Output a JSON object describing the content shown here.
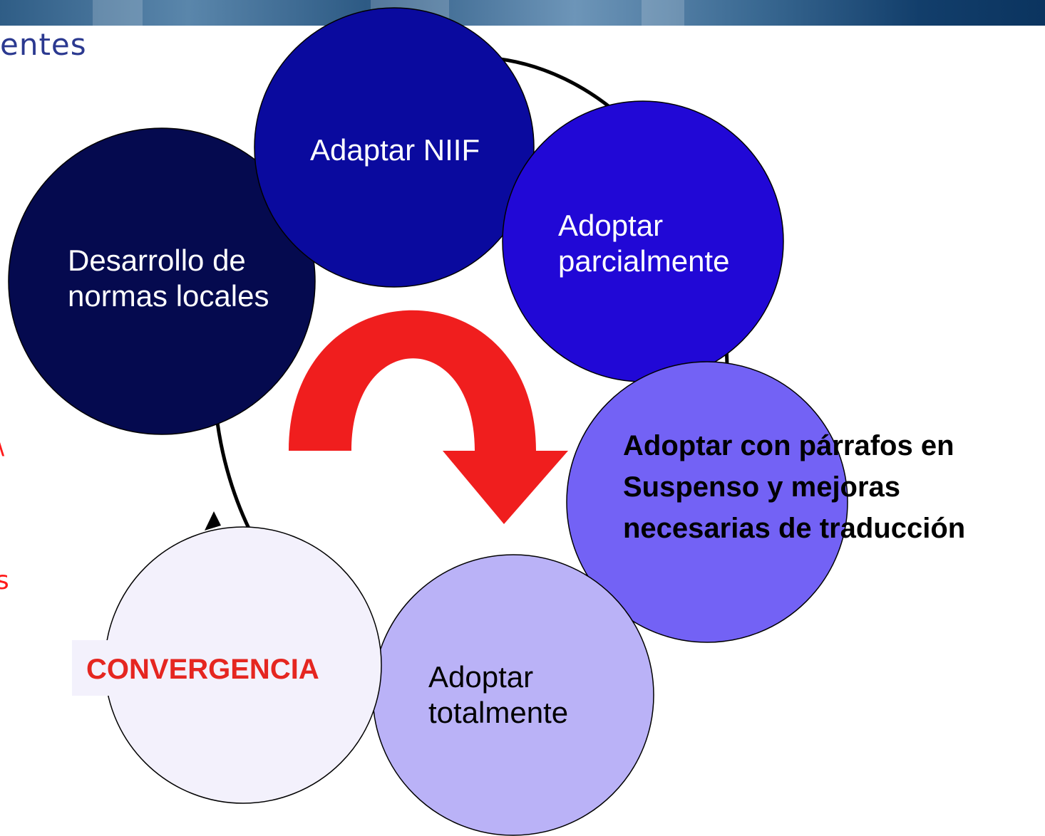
{
  "slide": {
    "title_fragment": "entes",
    "left_fragments": [
      "\\",
      "s"
    ]
  },
  "colors": {
    "arrow_red": "#f01e1e",
    "circle_local": "#050a4f",
    "circle_niif": "#0a0a9e",
    "circle_parcial": "#2108d6",
    "circle_suspenso": "#7362f5",
    "circle_totalmente": "#bab2f7",
    "circle_convergencia": "#f3f1fc",
    "convergencia_text": "#e52620"
  },
  "diagram": {
    "circles": {
      "local": "Desarrollo de normas locales",
      "niif": "Adaptar NIIF",
      "parcial": "Adoptar parcialmente",
      "suspenso": "Adoptar con párrafos en Suspenso y mejoras necesarias de traducción",
      "totalmente": "Adoptar totalmente",
      "convergencia": "CONVERGENCIA"
    }
  }
}
